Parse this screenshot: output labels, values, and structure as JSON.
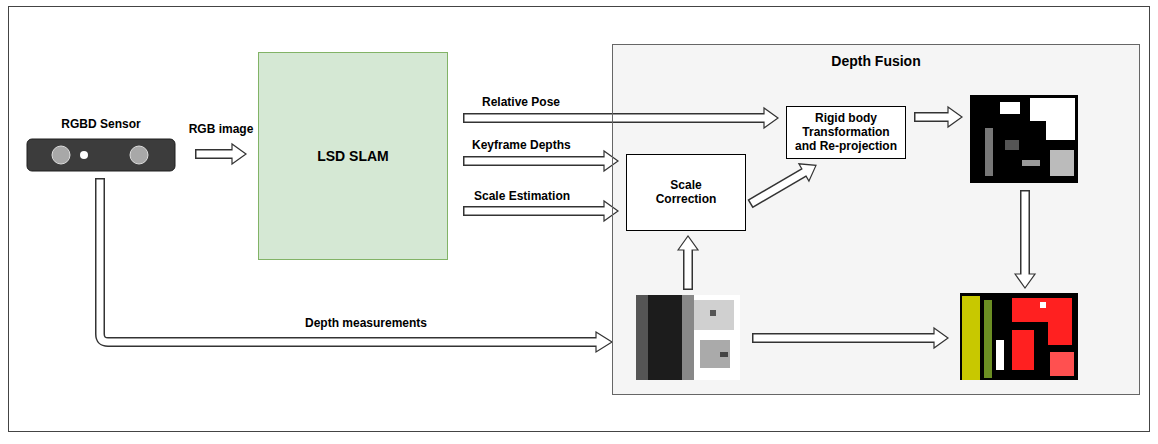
{
  "diagram": {
    "nodes": [
      {
        "text": [
          "RGBD Sensor"
        ]
      },
      {
        "text": [
          "LSD SLAM"
        ]
      },
      {
        "text": [
          "Depth Fusion"
        ]
      },
      {
        "text": [
          "Rigid body Transformation and Re-projection"
        ],
        "in": 2
      },
      {
        "text": [
          "Scale Correction"
        ],
        "in": 2
      }
    ],
    "edges": [
      {
        "from": 0,
        "to": 1,
        "label": "RGB image",
        "arrow": "to"
      },
      {
        "from": 1,
        "to": 3,
        "label": "Relative Pose",
        "arrow": "to"
      },
      {
        "from": 1,
        "to": 4,
        "label": "Keyframe Depths",
        "arrow": "to"
      },
      {
        "from": 1,
        "to": 4,
        "label": "Scale Estimation",
        "arrow": "to"
      },
      {
        "from": 4,
        "to": 3,
        "arrow": "to"
      }
    ],
    "labels": [
      "Depth measurements"
    ]
  }
}
